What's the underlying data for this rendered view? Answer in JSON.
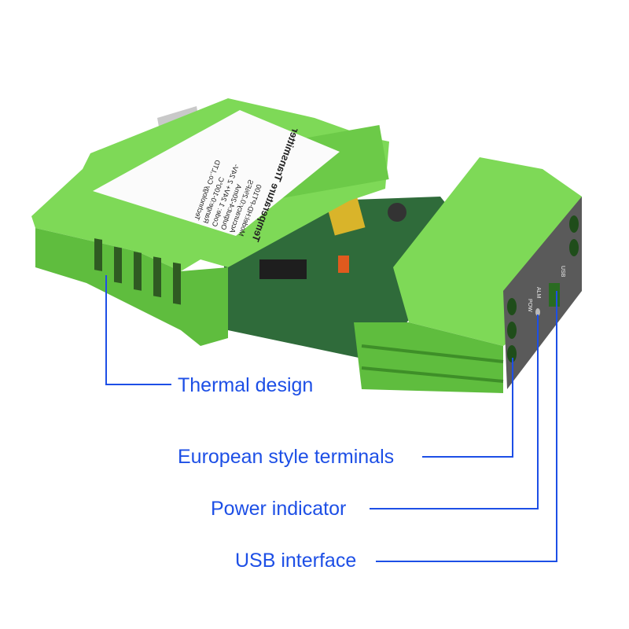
{
  "product_label": {
    "title": "Temperature Transmitter",
    "lines": [
      "Model:HD-PT100",
      "Accuracy:0.2%FS",
      "Output:4-20mA",
      "Code:  1  24V+   2  24V-",
      "Range:0-100°C",
      "Technology Co.,LTD"
    ]
  },
  "panel_marks": {
    "pow": "POW",
    "alm": "ALM",
    "usb": "USB"
  },
  "callouts": {
    "thermal": "Thermal design",
    "terminals": "European style terminals",
    "power": "Power indicator",
    "usb": "USB interface"
  },
  "colors": {
    "accent": "#1d4fe6",
    "housing": "#7ed957",
    "housing_dark": "#4fa832",
    "pcb": "#2f6b3a",
    "panel": "#5a5a5a"
  }
}
